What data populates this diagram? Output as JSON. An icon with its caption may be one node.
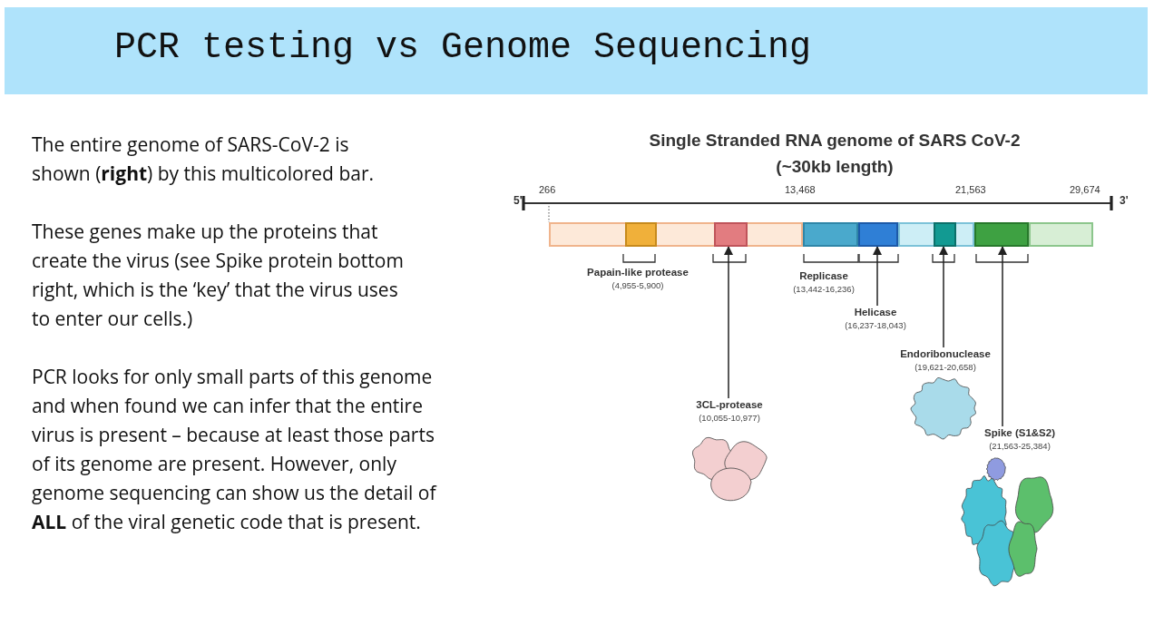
{
  "diagram": {
    "title": "PCR testing vs Genome Sequencing",
    "nodes": [
      {
        "text": [],
        "shape": "bar"
      },
      {
        "text": [],
        "shape": "bar",
        "in": 0
      },
      {
        "text": [],
        "shape": "bar",
        "in": 0
      },
      {
        "text": [],
        "shape": "bar"
      },
      {
        "text": [],
        "shape": "bar"
      },
      {
        "text": [],
        "shape": "bar"
      },
      {
        "text": [],
        "shape": "bar",
        "in": 5
      },
      {
        "text": [],
        "shape": "bar"
      },
      {
        "text": [],
        "shape": "bar"
      },
      {
        "text": [
          "Papain-like protease",
          "(4,955-5,900)"
        ]
      },
      {
        "text": [
          "Replicase",
          "(13,442-16,236)"
        ]
      },
      {
        "text": [
          "Helicase",
          "(16,237-18,043)"
        ]
      },
      {
        "text": [
          "Endoribonuclease",
          "(19,621-20,658)"
        ]
      },
      {
        "text": [
          "3CL-protease",
          "(10,055-10,977)"
        ]
      },
      {
        "text": [
          "Spike (S1&S2)",
          "(21,563-25,384)"
        ]
      }
    ],
    "edges": [
      {
        "from": 13,
        "to": 2,
        "arrow": "to"
      },
      {
        "from": 11,
        "to": 4,
        "arrow": "to"
      },
      {
        "from": 12,
        "to": 6,
        "arrow": "to"
      },
      {
        "from": 14,
        "to": 7,
        "arrow": "to"
      }
    ],
    "labels": [
      "The entire genome of SARS-CoV-2 is shown (**right**) by this multicolored bar.",
      "These genes make up the proteins that create the virus (see Spike protein bottom right, which is the ‘key’ that the virus uses to enter our cells.)",
      "PCR looks for only small parts of this genome and when found we can infer that the entire virus is present – because at least those parts of its genome are present. However, only genome sequencing can show us the detail of **ALL** of the viral genetic code that is present.",
      "Single Stranded RNA genome of SARS CoV-2 (~30kb length)",
      "5'",
      "266",
      "13,468",
      "21,563",
      "29,674",
      "3'"
    ]
  }
}
